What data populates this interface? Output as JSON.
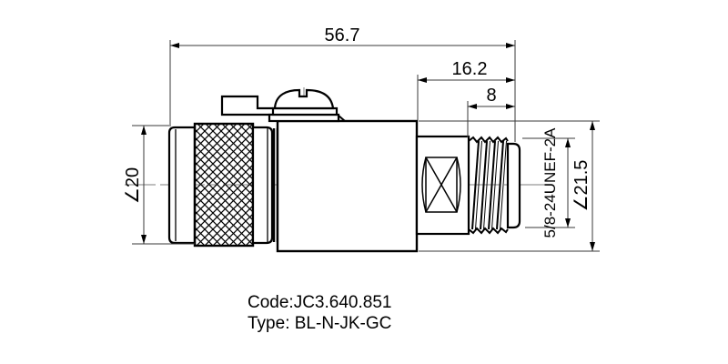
{
  "drawing": {
    "dimensions": {
      "overall_length": "56.7",
      "rear_section_length": "16.2",
      "thread_length": "8",
      "front_diameter": "∠20",
      "body_diameter": "∠21.5",
      "thread_spec": "5/8-24UNEF-2A"
    },
    "labels": {
      "code": "Code:JC3.640.851",
      "type": "Type: BL-N-JK-GC"
    }
  },
  "colors": {
    "outline": "#000000",
    "dimension_line": "#3a3a3a",
    "centerline": "#7d7d7d",
    "background": "#ffffff"
  }
}
